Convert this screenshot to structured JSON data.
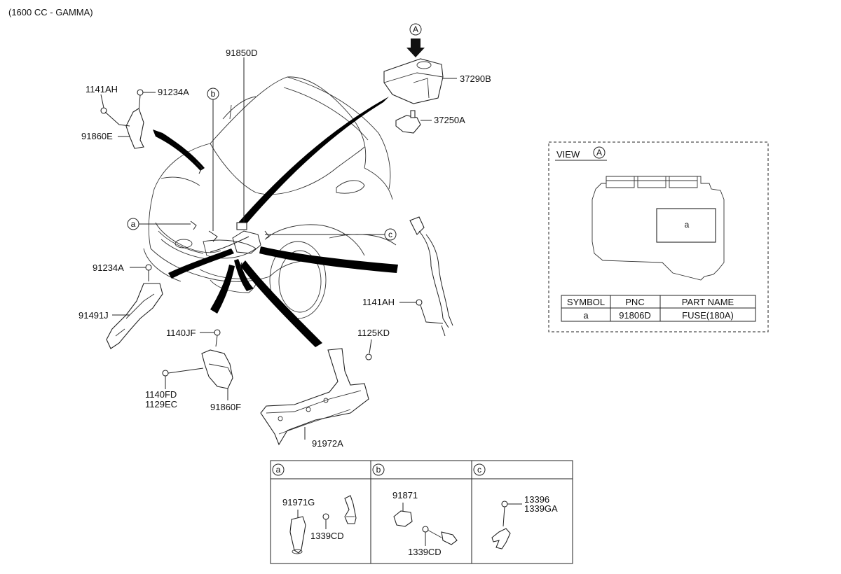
{
  "header": {
    "engine_note": "(1600 CC - GAMMA)"
  },
  "callouts": {
    "p91850D": "91850D",
    "p37290B": "37290B",
    "p37250A": "37250A",
    "p1141AH_top": "1141AH",
    "p91234A_top": "91234A",
    "p91860E": "91860E",
    "p91234A_mid": "91234A",
    "p91491J": "91491J",
    "p1140JF": "1140JF",
    "p1140FD": "1140FD",
    "p1129EC": "1129EC",
    "p91860F": "91860F",
    "p91972A": "91972A",
    "p1125KD": "1125KD",
    "p1141AH_right": "1141AH"
  },
  "markers": {
    "view_letter": "A",
    "top_letter": "A",
    "a": "a",
    "b": "b",
    "c": "c"
  },
  "view_panel": {
    "title": "VIEW",
    "letter": "A",
    "fuse_label": "a",
    "table": {
      "headers": [
        "SYMBOL",
        "PNC",
        "PART NAME"
      ],
      "rows": [
        [
          "a",
          "91806D",
          "FUSE(180A)"
        ]
      ]
    }
  },
  "details": {
    "a": {
      "letter": "a",
      "parts": [
        "91971G",
        "1339CD"
      ]
    },
    "b": {
      "letter": "b",
      "parts": [
        "91871",
        "1339CD"
      ]
    },
    "c": {
      "letter": "c",
      "parts": [
        "13396",
        "1339GA"
      ]
    }
  }
}
